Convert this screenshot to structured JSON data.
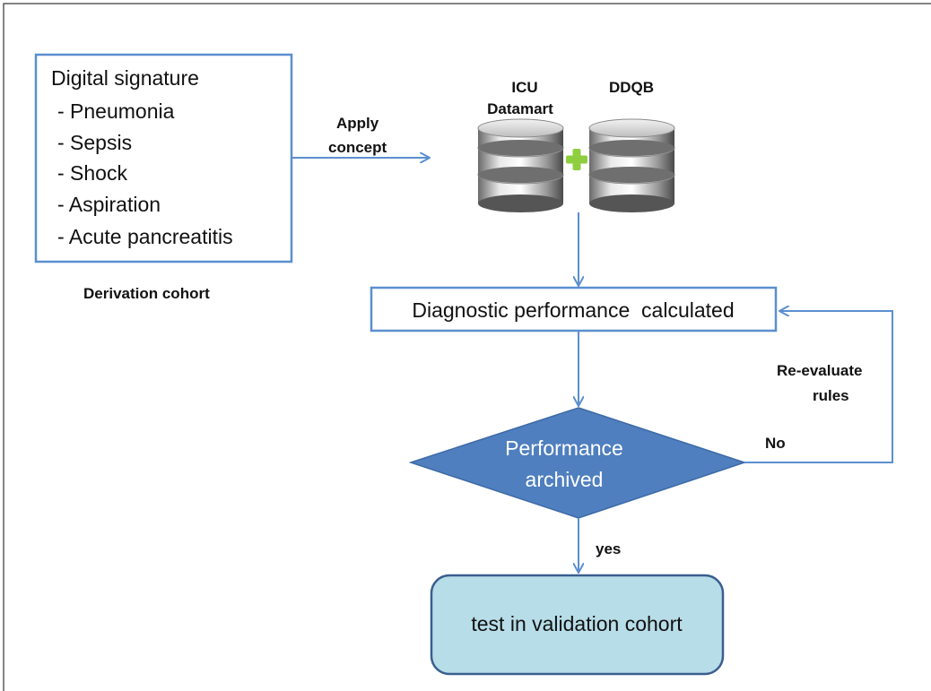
{
  "signature_box": {
    "title": "Digital signature",
    "items": [
      "- Pneumonia",
      "- Sepsis",
      "- Shock",
      "- Aspiration",
      "- Acute pancreatitis"
    ]
  },
  "derivation_label": "Derivation cohort",
  "apply_label": {
    "line1": "Apply",
    "line2": "concept"
  },
  "databases": {
    "icu": {
      "line1": "ICU",
      "line2": "Datamart"
    },
    "ddqb": "DDQB"
  },
  "diagnostic_box": "Diagnostic performance  calculated",
  "decision": {
    "line1": "Performance",
    "line2": "archived"
  },
  "loop_label": {
    "line1": "Re-evaluate",
    "line2": "rules"
  },
  "no_label": "No",
  "yes_label": "yes",
  "validation_box": "test in validation cohort",
  "colors": {
    "box_border": "#5b8fd0",
    "arrow": "#5b8fd0",
    "diamond_fill": "#4f7fbf",
    "validation_fill": "#b7dde8",
    "validation_border": "#3a5f8f",
    "plus": "#8fcf3f"
  }
}
